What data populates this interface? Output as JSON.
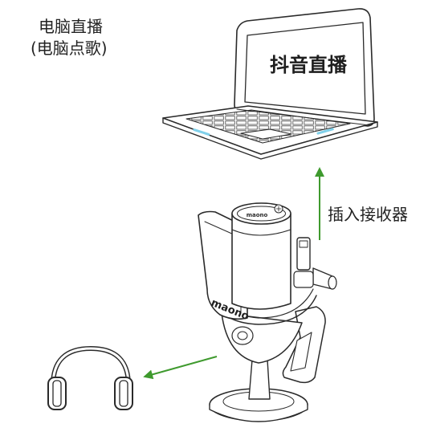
{
  "pc": {
    "title": "电脑直播",
    "subtitle": "(电脑点歌)"
  },
  "screen": {
    "text": "抖音直播"
  },
  "receiver": {
    "label": "插入接收器"
  },
  "mic": {
    "brand": "maono",
    "cap_mark": "maono"
  },
  "colors": {
    "arrow": "#3f9a2e",
    "led": "#7fd0ea",
    "line": "#2a2a2a"
  },
  "icons": [
    "laptop-icon",
    "microphone-icon",
    "headphones-icon",
    "arrow-up-icon",
    "arrow-left-icon"
  ]
}
